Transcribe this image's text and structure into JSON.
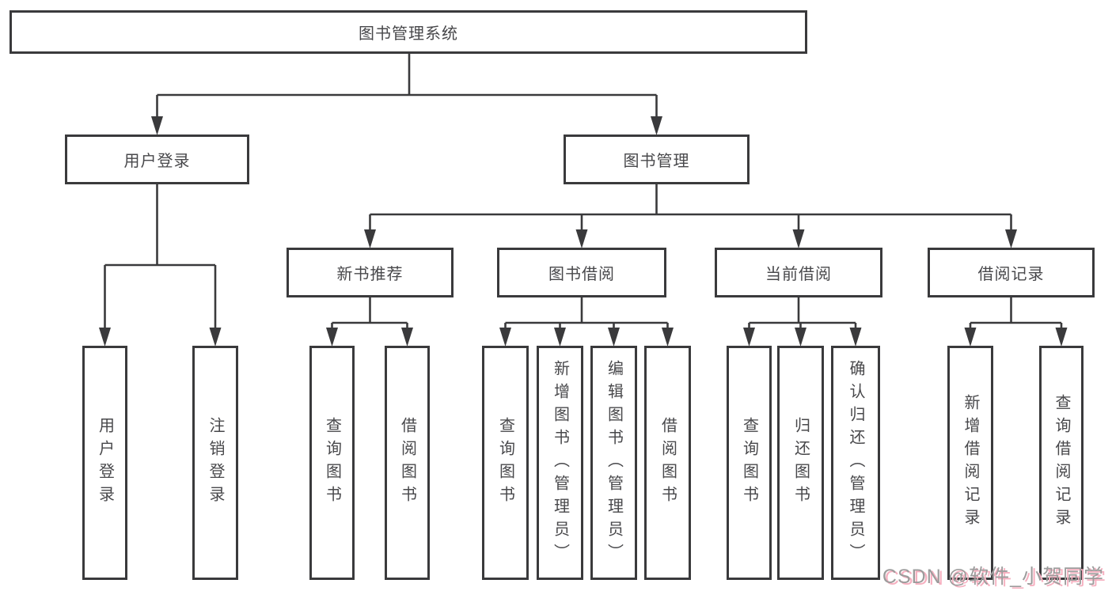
{
  "colors": {
    "line": "#3a3a3c",
    "box_border": "#3a3a3c",
    "text": "#48484b",
    "background": "#ffffff",
    "watermark_text": "#9c9c9c",
    "watermark_shadow": "#f6b0c0"
  },
  "nodes": {
    "root": "图书管理系统",
    "user_login": "用户登录",
    "book_mgmt": "图书管理",
    "new_book_rec": "新书推荐",
    "book_borrow": "图书借阅",
    "current_borrow": "当前借阅",
    "borrow_records": "借阅记录",
    "leaf_user_login": "用户登录",
    "leaf_logout": "注销登录",
    "leaf_query_book_a": "查询图书",
    "leaf_borrow_book_a": "借阅图书",
    "leaf_query_book_b": "查询图书",
    "leaf_add_book_admin": "新增图书（管理员）",
    "leaf_edit_book_admin": "编辑图书（管理员）",
    "leaf_borrow_book_b": "借阅图书",
    "leaf_query_book_c": "查询图书",
    "leaf_return_book": "归还图书",
    "leaf_confirm_return_admin": "确认归还（管理员）",
    "leaf_add_borrow_record": "新增借阅记录",
    "leaf_query_borrow_record": "查询借阅记录"
  },
  "hierarchy": {
    "图书管理系统": {
      "用户登录": [
        "用户登录",
        "注销登录"
      ],
      "图书管理": {
        "新书推荐": [
          "查询图书",
          "借阅图书"
        ],
        "图书借阅": [
          "查询图书",
          "新增图书（管理员）",
          "编辑图书（管理员）",
          "借阅图书"
        ],
        "当前借阅": [
          "查询图书",
          "归还图书",
          "确认归还（管理员）"
        ],
        "借阅记录": [
          "新增借阅记录",
          "查询借阅记录"
        ]
      }
    }
  },
  "watermark": {
    "text": "CSDN @软件_小贺同学"
  }
}
